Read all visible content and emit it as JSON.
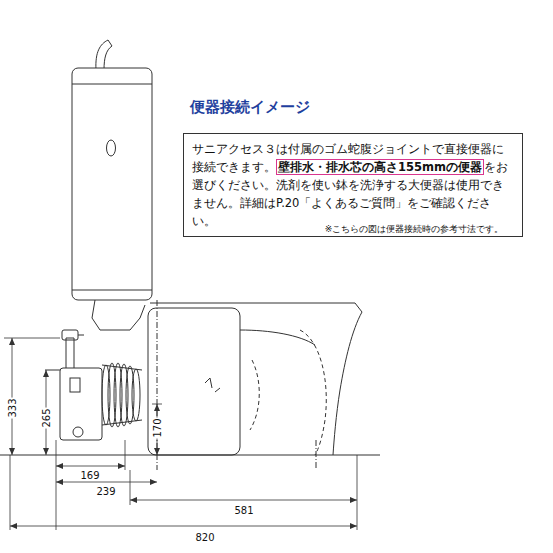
{
  "diagram": {
    "title": "便器接続イメージ",
    "nodes": [
      {
        "text": [
          "サニアクセス３は付属のゴム蛇腹ジョイントで直接便器に接続できます。",
          "をお選びください。洗剤を使い鉢を洗浄する大便器は使用できません。詳細はP.20「よくあるご質問」をご確認ください。"
        ]
      },
      {
        "text": [
          "壁排水・排水芯の高さ155mmの便器"
        ],
        "in": 0
      }
    ],
    "edges": [],
    "labels": [
      "※こちらの図は便器接続時の参考寸法です。",
      "333",
      "265",
      "170",
      "169",
      "239",
      "581",
      "820"
    ]
  }
}
